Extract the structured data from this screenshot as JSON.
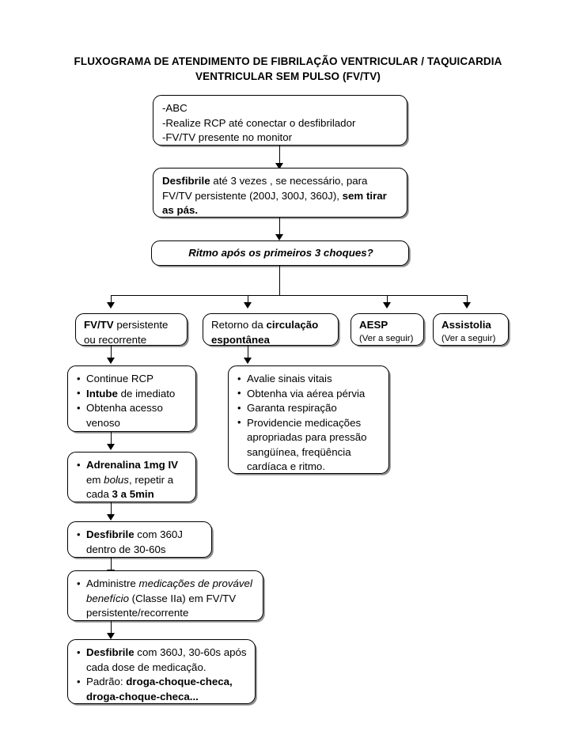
{
  "title": {
    "line1": "FLUXOGRAMA DE ATENDIMENTO DE FIBRILAÇÃO VENTRICULAR / TAQUICARDIA",
    "line2": "VENTRICULAR SEM PULSO (FV/TV)"
  },
  "chart_data": {
    "type": "diagram",
    "title": "FLUXOGRAMA DE ATENDIMENTO DE FIBRILAÇÃO VENTRICULAR / TAQUICARDIA VENTRICULAR SEM PULSO (FV/TV)",
    "nodes": [
      "-ABC / -Realize RCP até conectar o desfibrilador / -FV/TV presente no monitor",
      "Desfibrile até 3 vezes , se necessário, para FV/TV persistente (200J, 300J, 360J), sem tirar as pás.",
      "Ritmo após os primeiros 3 choques?",
      "FV/TV persistente ou recorrente",
      "Retorno da circulação espontânea",
      "AESP (Ver a seguir)",
      "Assistolia (Ver a seguir)",
      "Continue RCP / Intube de imediato / Obtenha acesso venoso",
      "Avalie sinais vitais / Obtenha via aérea pérvia / Garanta respiração / Providencie medicações apropriadas para pressão sangüínea, freqüência cardíaca e ritmo.",
      "Adrenalina 1mg IV em bolus, repetir a cada 3 a 5min",
      "Desfibrile com 360J dentro de 30-60s",
      "Administre medicações de provável benefício (Classe IIa) em FV/TV persistente/recorrente",
      "Desfibrile com 360J, 30-60s após cada dose de medicação. / Padrão: droga-choque-checa, droga-choque-checa..."
    ]
  },
  "node_abc": {
    "l1": "-ABC",
    "l2": "-Realize RCP até conectar o desfibrilador",
    "l3": "-FV/TV presente no monitor"
  },
  "node_desfibrile_3x": {
    "b1": "Desfibrile",
    "t1": " até 3 vezes , se necessário, para FV/TV persistente (200J, 300J, 360J), ",
    "b2": "sem tirar as pás."
  },
  "node_ritmo": {
    "text": "Ritmo após os primeiros 3 choques?"
  },
  "node_fvtv": {
    "b1": "FV/TV",
    "t1": " persistente ou recorrente"
  },
  "node_retorno": {
    "t1": "Retorno da ",
    "b1": "circulação espontânea"
  },
  "node_aesp": {
    "title": "AESP",
    "sub": "(Ver a seguir)"
  },
  "node_assistolia": {
    "title": "Assistolia",
    "sub": "(Ver a seguir)"
  },
  "node_rcp": {
    "i1": "Continue RCP",
    "i2_b": "Intube",
    "i2_t": " de imediato",
    "i3": "Obtenha acesso venoso"
  },
  "node_vitais": {
    "i1": "Avalie sinais vitais",
    "i2": "Obtenha via aérea pérvia",
    "i3": "Garanta respiração",
    "i4": "Providencie medicações apropriadas para pressão sangüínea, freqüência cardíaca e ritmo."
  },
  "node_adrenalina": {
    "b1": "Adrenalina 1mg IV",
    "t1": " em ",
    "it1": "bolus",
    "t2": ", repetir a cada ",
    "b2": "3 a 5min"
  },
  "node_desfibrile_360": {
    "b1": "Desfibrile",
    "t1": " com 360J dentro de 30-60s"
  },
  "node_administre": {
    "t1": "Administre ",
    "it1": "medicações de provável benefício",
    "t2": " (Classe IIa) em FV/TV persistente/recorrente"
  },
  "node_padrao": {
    "b1": "Desfibrile",
    "t1": " com 360J, 30-60s após cada dose de medicação.",
    "t2": "Padrão: ",
    "b2": "droga-choque-checa, droga-choque-checa..."
  },
  "colors": {
    "stroke": "#000000",
    "shadow": "#8e8e8e",
    "background": "#ffffff"
  }
}
